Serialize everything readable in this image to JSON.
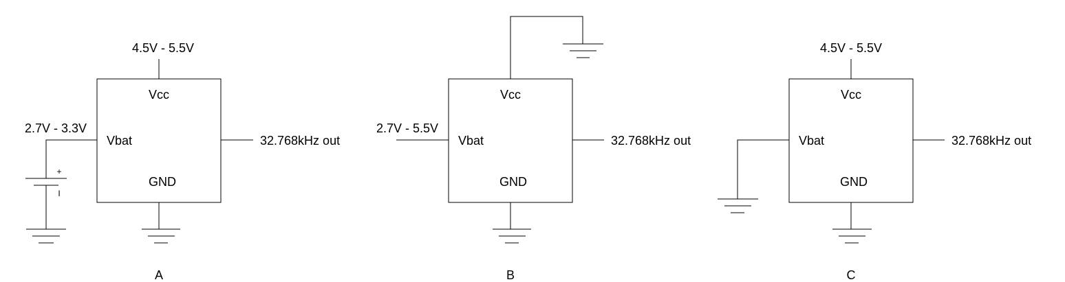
{
  "circuits": [
    {
      "id": "A",
      "caption": "A",
      "vcc_supply": "4.5V - 5.5V",
      "vbat_supply": "2.7V - 3.3V",
      "pin_vcc": "Vcc",
      "pin_vbat": "Vbat",
      "pin_gnd": "GND",
      "output": "32.768kHz out",
      "battery_plus": "+",
      "battery_minus": "I"
    },
    {
      "id": "B",
      "caption": "B",
      "vbat_supply": "2.7V - 5.5V",
      "pin_vcc": "Vcc",
      "pin_vbat": "Vbat",
      "pin_gnd": "GND",
      "output": "32.768kHz out"
    },
    {
      "id": "C",
      "caption": "C",
      "vcc_supply": "4.5V - 5.5V",
      "pin_vcc": "Vcc",
      "pin_vbat": "Vbat",
      "pin_gnd": "GND",
      "output": "32.768kHz out"
    }
  ]
}
